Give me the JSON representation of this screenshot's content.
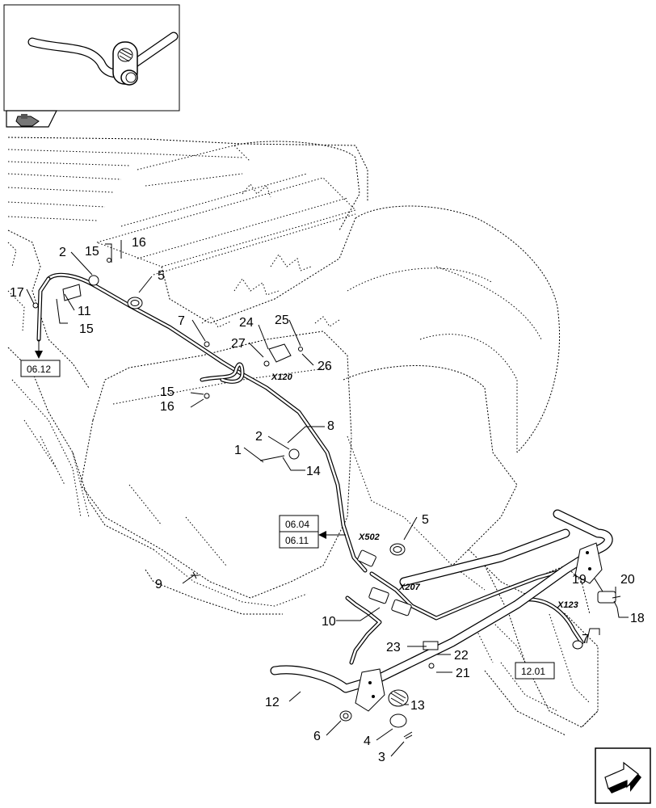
{
  "callouts": {
    "c1": "1",
    "c2a": "2",
    "c2b": "2",
    "c3": "3",
    "c4": "4",
    "c5a": "5",
    "c5b": "5",
    "c6": "6",
    "c7a": "7",
    "c7b": "7",
    "c8": "8",
    "c9": "9",
    "c10": "10",
    "c11": "11",
    "c12": "12",
    "c13": "13",
    "c14": "14",
    "c15a": "15",
    "c15b": "15",
    "c15c": "15",
    "c16a": "16",
    "c16b": "16",
    "c17": "17",
    "c18": "18",
    "c19": "19",
    "c20": "20",
    "c21": "21",
    "c22": "22",
    "c23": "23",
    "c24": "24",
    "c25": "25",
    "c26": "26",
    "c27": "27"
  },
  "connectors": {
    "x120": "X120",
    "x502": "X502",
    "x207": "X207",
    "x123": "X123"
  },
  "references": {
    "r0612": "06.12",
    "r0604": "06.04",
    "r0611": "06.11",
    "r1201": "12.01"
  },
  "icons": {
    "view_icon": "view-direction-icon",
    "nav_icon": "next-page-arrow-icon"
  }
}
